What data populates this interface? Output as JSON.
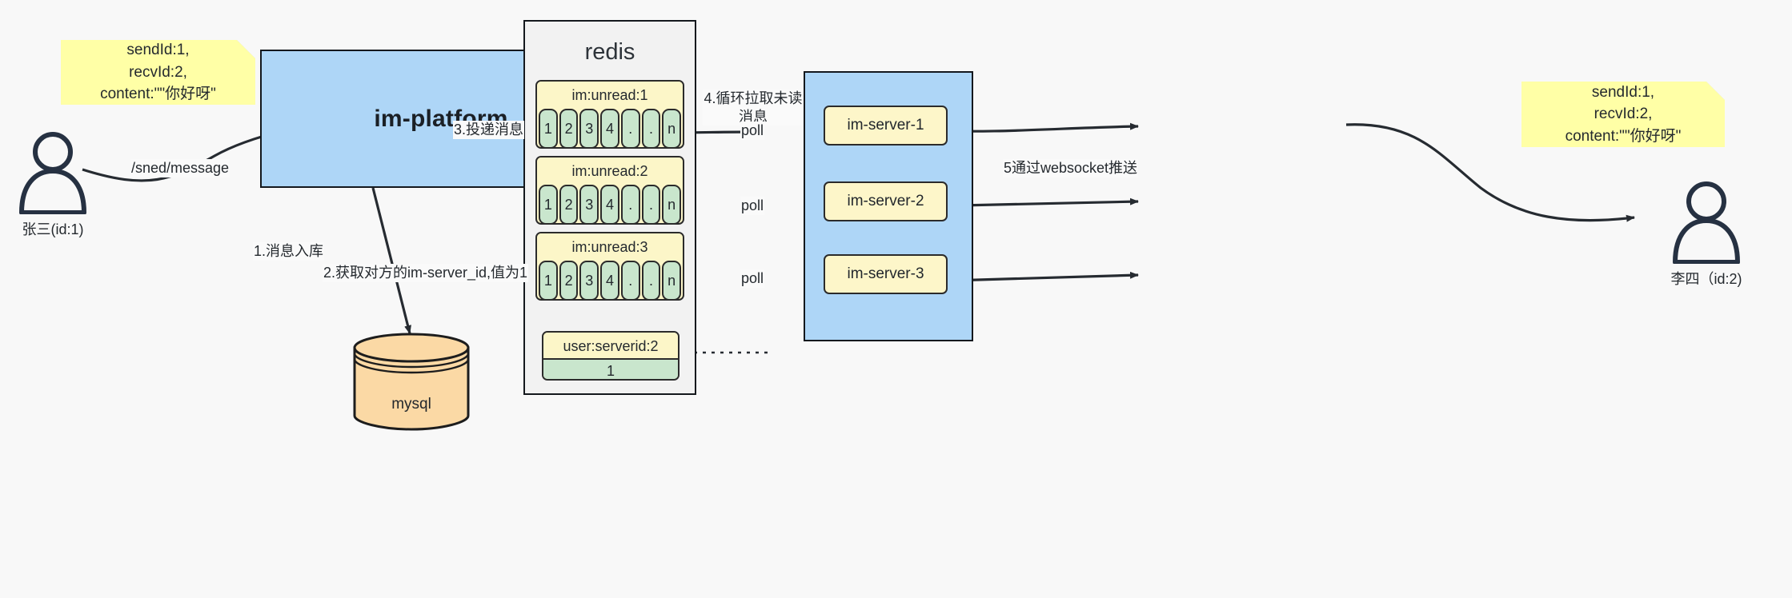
{
  "diagram": {
    "title": "IM message delivery architecture",
    "colors": {
      "note_yellow": "#ffffa6",
      "box_blue": "#aed6f7",
      "box_yellow": "#fdf6c9",
      "cell_green": "#c9e6cd",
      "key_yellow": "#fcf6c8",
      "container_gray": "#f2f2f2",
      "cylinder_orange": "#fbd9a5",
      "stroke": "#14181d",
      "background": "#f8f8f8"
    },
    "notes": {
      "left": "sendId:1,\nrecvId:2,\ncontent:\"\"你好呀\"",
      "right": "sendId:1,\nrecvId:2,\ncontent:\"\"你好呀\""
    },
    "actors": {
      "sender": {
        "label": "张三(id:1)",
        "icon": "user-icon"
      },
      "receiver": {
        "label": "李四（id:2)",
        "icon": "user-icon"
      }
    },
    "platform": {
      "label": "im-platform"
    },
    "database": {
      "label": "mysql",
      "icon": "database-cylinder-icon"
    },
    "redis": {
      "title": "redis",
      "keys": [
        {
          "name": "im:unread:1",
          "cells": [
            "1",
            "2",
            "3",
            "4",
            ".",
            ".",
            "n"
          ]
        },
        {
          "name": "im:unread:2",
          "cells": [
            "1",
            "2",
            "3",
            "4",
            ".",
            ".",
            "n"
          ]
        },
        {
          "name": "im:unread:3",
          "cells": [
            "1",
            "2",
            "3",
            "4",
            ".",
            ".",
            "n"
          ]
        }
      ],
      "user_server": {
        "name": "user:serverid:2",
        "value": "1"
      }
    },
    "server_cluster": {
      "servers": [
        {
          "label": "im-server-1"
        },
        {
          "label": "im-server-2"
        },
        {
          "label": "im-server-3"
        }
      ]
    },
    "edges": {
      "send_message": "/sned/message",
      "step1": "1.消息入库",
      "step2": "2.获取对方的im-server_id,值为1",
      "step3": "3.投递消息",
      "step4": "4.循环拉取未读消息",
      "step5": "5通过websocket推送",
      "poll1": "poll",
      "poll2": "poll",
      "poll3": "poll"
    }
  }
}
